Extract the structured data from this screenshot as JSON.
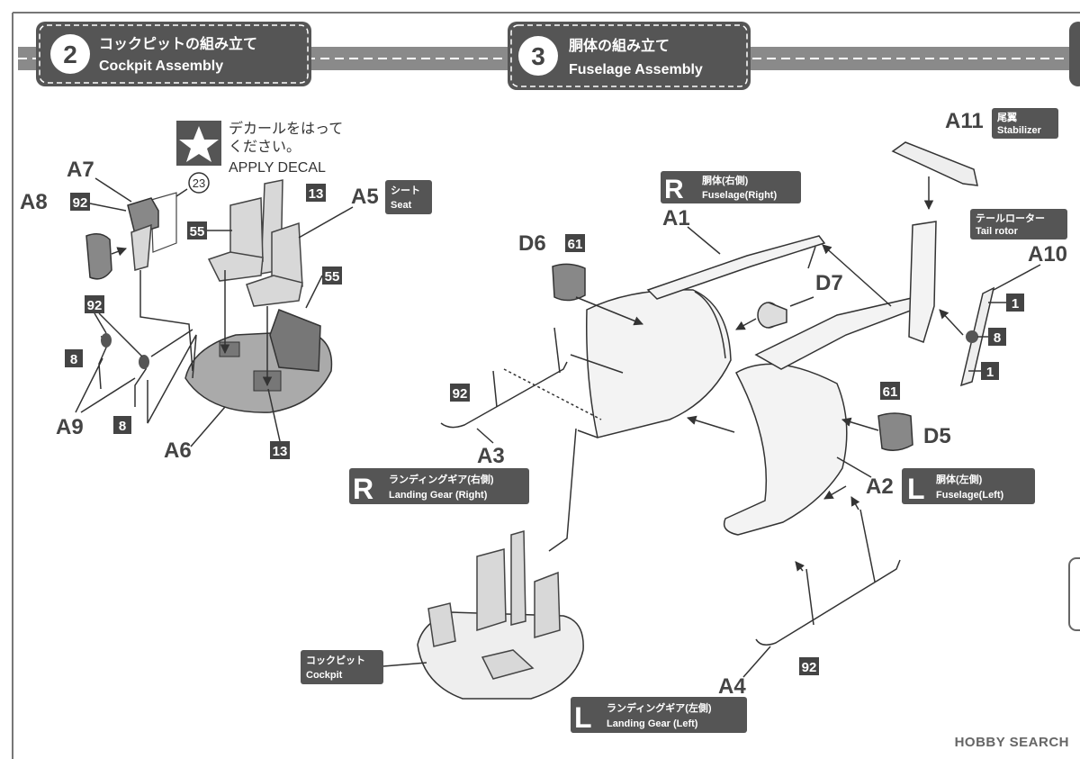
{
  "steps": [
    {
      "num": "2",
      "jp": "コックピットの組み立て",
      "en": "Cockpit Assembly"
    },
    {
      "num": "3",
      "jp": "胴体の組み立て",
      "en": "Fuselage Assembly"
    }
  ],
  "decal": {
    "jp1": "デカールをはって",
    "jp2": "ください。",
    "en": "APPLY DECAL",
    "num": "23"
  },
  "parts": {
    "a1": "A1",
    "a2": "A2",
    "a3": "A3",
    "a4": "A4",
    "a5": "A5",
    "a6": "A6",
    "a7": "A7",
    "a8": "A8",
    "a9": "A9",
    "a10": "A10",
    "a11": "A11",
    "d5": "D5",
    "d6": "D6",
    "d7": "D7"
  },
  "colors": {
    "c13": "13",
    "c55a": "55",
    "c55b": "55",
    "c92a": "92",
    "c92b": "92",
    "c92c": "92",
    "c92d": "92",
    "c8a": "8",
    "c8b": "8",
    "c8c": "8",
    "c13b": "13",
    "c61a": "61",
    "c61b": "61",
    "c1a": "1",
    "c1b": "1"
  },
  "tags": {
    "seat": {
      "jp": "シート",
      "en": "Seat"
    },
    "stabilizer": {
      "jp": "尾翼",
      "en": "Stabilizer"
    },
    "fuselage_r": {
      "letter": "R",
      "jp": "胴体(右側)",
      "en": "Fuselage(Right)"
    },
    "tail_rotor": {
      "jp": "テールローター",
      "en": "Tail rotor"
    },
    "gear_r": {
      "letter": "R",
      "jp": "ランディングギア(右側)",
      "en": "Landing Gear (Right)"
    },
    "fuselage_l": {
      "letter": "L",
      "jp": "胴体(左側)",
      "en": "Fuselage(Left)"
    },
    "cockpit": {
      "jp": "コックピット",
      "en": "Cockpit"
    },
    "gear_l": {
      "letter": "L",
      "jp": "ランディングギア(左側)",
      "en": "Landing Gear (Left)"
    }
  },
  "watermark": "HOBBY SEARCH"
}
